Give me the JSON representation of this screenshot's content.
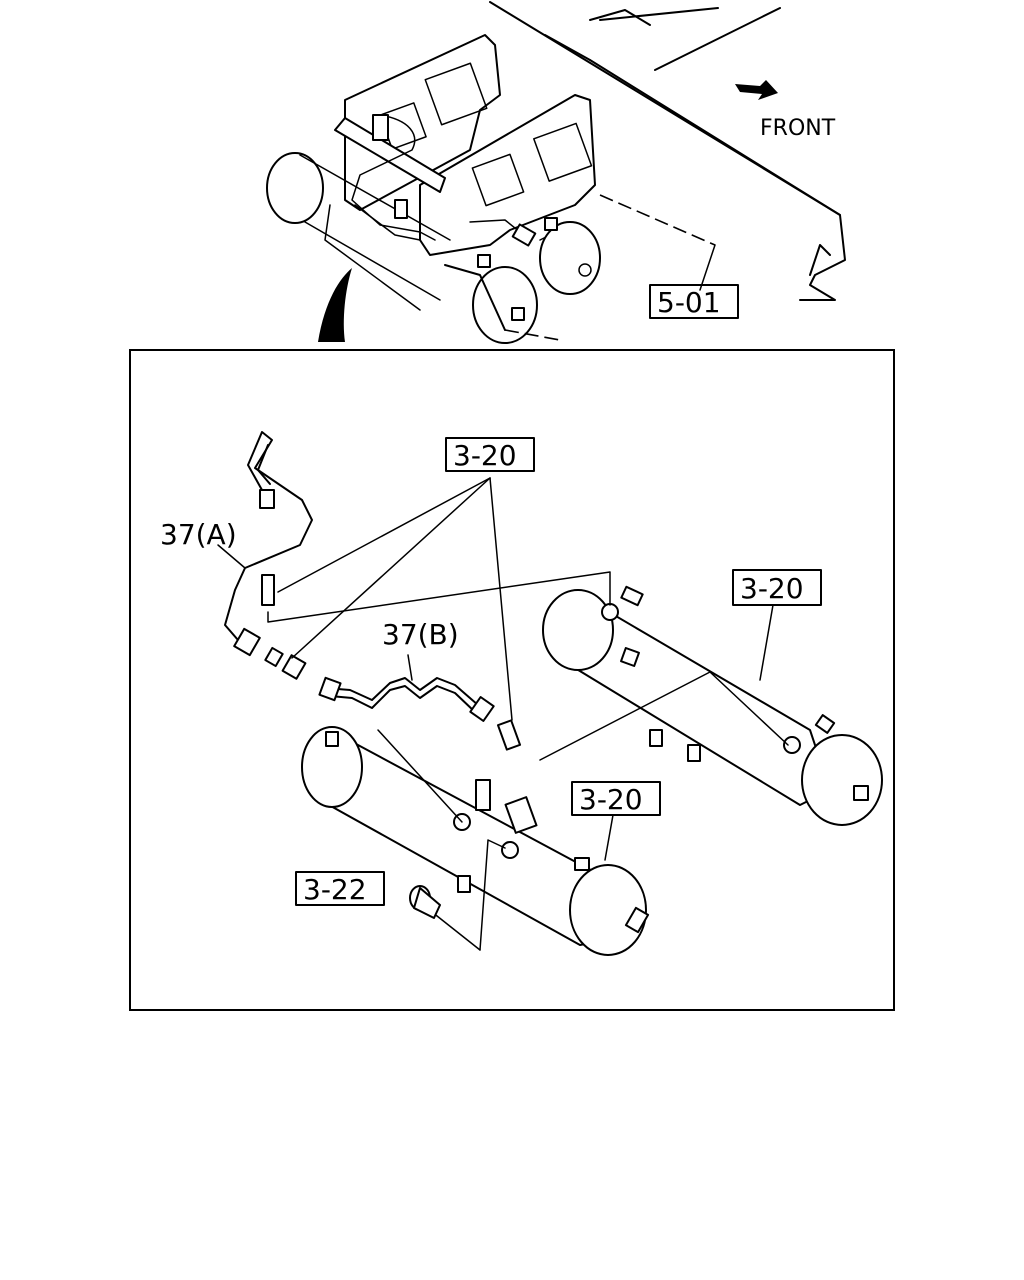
{
  "diagram": {
    "direction_label": "FRONT",
    "callouts": {
      "frame_ref": "5-01",
      "tank_ref_top": "3-20",
      "tank_ref_right": "3-20",
      "tank_ref_bottom": "3-20",
      "drain_valve_ref": "3-22"
    },
    "pipe_labels": {
      "pipe_a": "37(A)",
      "pipe_b": "37(B)"
    }
  }
}
